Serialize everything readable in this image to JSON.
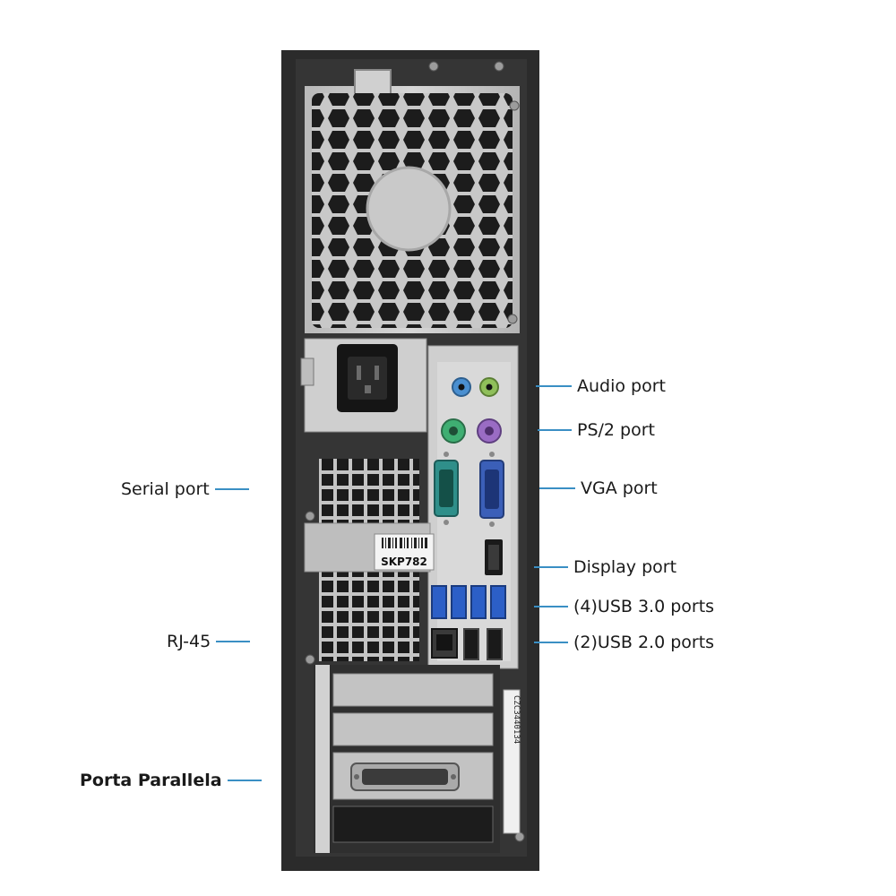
{
  "labels": {
    "audio": "Audio port",
    "ps2": "PS/2 port",
    "vga": "VGA port",
    "serial": "Serial port",
    "display": "Display port",
    "usb3": "(4)USB 3.0 ports",
    "usb2": "(2)USB 2.0 ports",
    "rj45": "RJ-45",
    "parallel": "Porta Parallela"
  },
  "sticker": {
    "code": "SKP782",
    "serial": "CZC3440134"
  },
  "colors": {
    "callout_line": "#3a8fc4",
    "chassis": "#2b2b2b",
    "panel": "#c9c9c9",
    "audio_blue": "#4a8fd0",
    "audio_green": "#8fbf5a",
    "ps2_green": "#3fae72",
    "ps2_purple": "#9a6cc4",
    "serial_teal": "#2f8f8a",
    "vga_blue": "#3b5fb8",
    "usb3_blue": "#2c5fc7"
  }
}
